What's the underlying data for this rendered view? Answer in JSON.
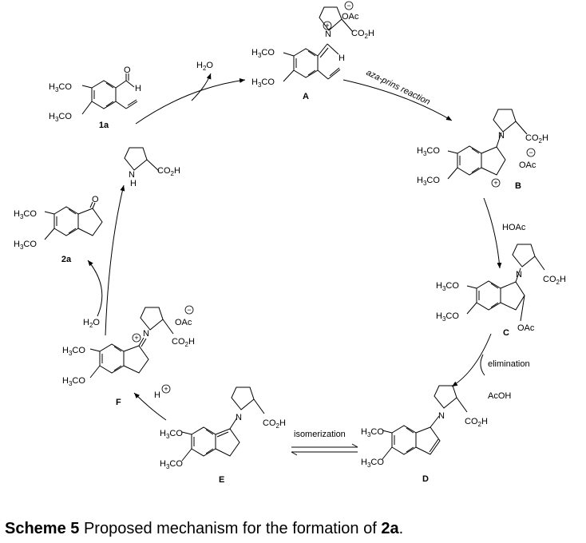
{
  "labels": {
    "och3": "H3CO",
    "h3": "3",
    "co2h_pre": "CO",
    "co2h_sub": "2",
    "co2h_post": "H",
    "oac": "OAc",
    "h2o_pre": "H",
    "h2o_sub": "2",
    "h2o_post": "O",
    "n": "N",
    "nh_h": "H",
    "h": "H",
    "o": "O",
    "plus": "+",
    "minus": "−"
  },
  "compounds": {
    "c1a": "1a",
    "cA": "A",
    "cB": "B",
    "cC": "C",
    "cD": "D",
    "cE": "E",
    "cF": "F",
    "c2a": "2a"
  },
  "steps": {
    "aza_prins": "aza-prins  reaction",
    "hoac": "HOAc",
    "elimination": "elimination",
    "acoh": "AcOH",
    "isomerization": "isomerization"
  },
  "caption": {
    "label": "Scheme 5",
    "text": " Proposed mechanism for the formation of ",
    "compound": "2a",
    "end": "."
  }
}
